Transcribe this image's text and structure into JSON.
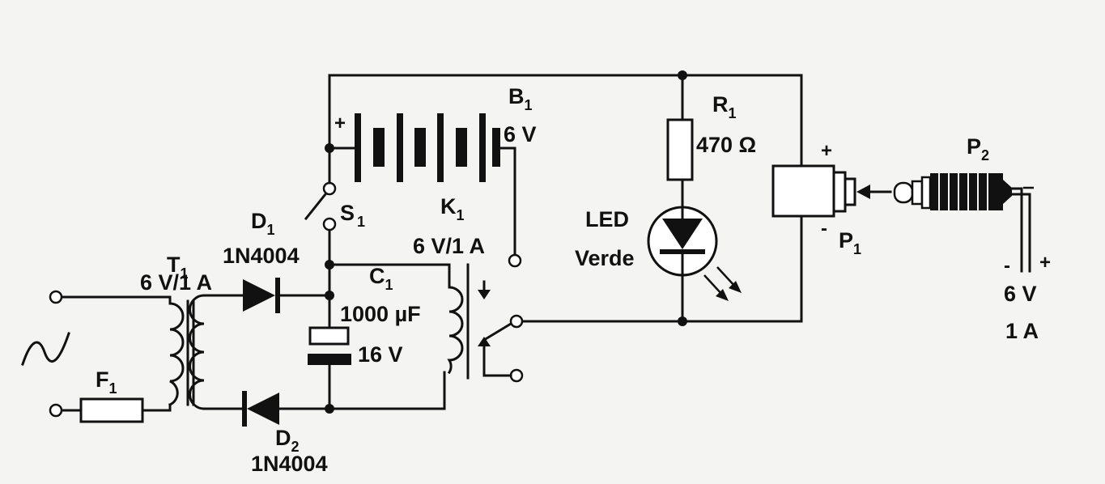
{
  "components": {
    "t1": {
      "ref": "T",
      "sub": "1",
      "rating": "6 V/1 A"
    },
    "f1": {
      "ref": "F",
      "sub": "1"
    },
    "d1": {
      "ref": "D",
      "sub": "1",
      "part": "1N4004"
    },
    "d2": {
      "ref": "D",
      "sub": "2",
      "part": "1N4004"
    },
    "s1": {
      "ref": "S",
      "sub": "1"
    },
    "b1": {
      "ref": "B",
      "sub": "1",
      "rating": "6 V",
      "plus": "+"
    },
    "c1": {
      "ref": "C",
      "sub": "1",
      "capacitance": "1000 µF",
      "voltage": "16 V"
    },
    "k1": {
      "ref": "K",
      "sub": "1",
      "rating": "6 V/1 A"
    },
    "r1": {
      "ref": "R",
      "sub": "1",
      "resistance": "470 Ω"
    },
    "led": {
      "line1": "LED",
      "line2": "Verde"
    },
    "p1": {
      "ref": "P",
      "sub": "1",
      "plus": "+",
      "minus": "-"
    },
    "p2": {
      "ref": "P",
      "sub": "2",
      "minus": "-",
      "plus": "+",
      "voltage": "6 V",
      "current": "1 A"
    }
  },
  "colors": {
    "ink": "#111111",
    "paper": "#f4f4f2"
  },
  "icons": [
    "ac-source-icon",
    "transformer-icon",
    "fuse-icon",
    "diode-icon",
    "switch-icon",
    "battery-icon",
    "capacitor-icon",
    "relay-icon",
    "resistor-icon",
    "led-icon",
    "jack-icon",
    "plug-icon"
  ]
}
